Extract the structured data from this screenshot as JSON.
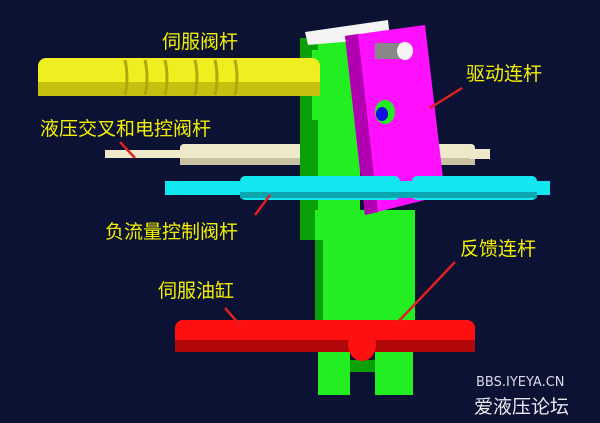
{
  "labels": {
    "servo_valve_rod": "伺服阀杆",
    "hydraulic_cross_rod": "液压交叉和电控阀杆",
    "drive_link": "驱动连杆",
    "negative_flow_rod": "负流量控制阀杆",
    "feedback_link": "反馈连杆",
    "servo_cylinder": "伺服油缸"
  },
  "watermark": {
    "url": "BBS.IYEYA.CN",
    "name": "爱液压论坛"
  },
  "colors": {
    "background": "#0b1233",
    "servo_valve_rod": "#f0ee20",
    "hydraulic_cross_rod": "#efe9cc",
    "negative_flow_rod": "#12e6ee",
    "servo_cylinder": "#ff1010",
    "feedback_link": "#22ee22",
    "drive_link": "#ff10ff",
    "label_text": "#f4f000",
    "arrow": "#e02020"
  }
}
